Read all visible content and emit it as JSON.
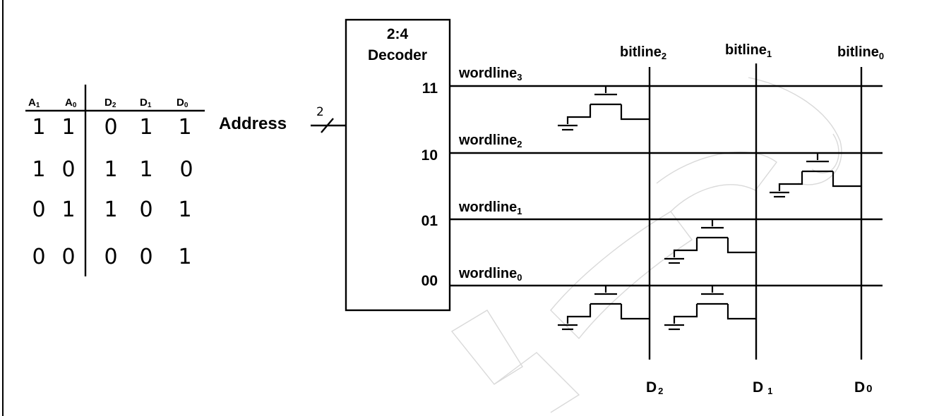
{
  "truth_table": {
    "headers": [
      "A",
      "A",
      "D",
      "D",
      "D"
    ],
    "header_subs": [
      "1",
      "0",
      "2",
      "1",
      "0"
    ],
    "rows": [
      [
        "1",
        "1",
        "0",
        "1",
        "1"
      ],
      [
        "1",
        "0",
        "1",
        "1",
        "0"
      ],
      [
        "0",
        "1",
        "1",
        "0",
        "1"
      ],
      [
        "0",
        "0",
        "0",
        "0",
        "1"
      ]
    ]
  },
  "decoder": {
    "title_line1": "2:4",
    "title_line2": "Decoder",
    "outputs": [
      "11",
      "10",
      "01",
      "00"
    ]
  },
  "address": {
    "label": "Address",
    "bus_width": "2"
  },
  "wordlines": [
    {
      "name": "wordline",
      "sub": "3"
    },
    {
      "name": "wordline",
      "sub": "2"
    },
    {
      "name": "wordline",
      "sub": "1"
    },
    {
      "name": "wordline",
      "sub": "0"
    }
  ],
  "bitlines": [
    {
      "name": "bitline",
      "sub": "2"
    },
    {
      "name": "bitline",
      "sub": "1"
    },
    {
      "name": "bitline",
      "sub": "0"
    }
  ],
  "data_outputs": [
    {
      "name": "D",
      "sub": "2"
    },
    {
      "name": "D",
      "sub": "1"
    },
    {
      "name": "D",
      "sub": "0"
    }
  ],
  "transistor_cells": [
    {
      "wordline": "3",
      "bitline": "2"
    },
    {
      "wordline": "2",
      "bitline": "0"
    },
    {
      "wordline": "1",
      "bitline": "1"
    },
    {
      "wordline": "0",
      "bitline": "2"
    },
    {
      "wordline": "0",
      "bitline": "1"
    }
  ]
}
